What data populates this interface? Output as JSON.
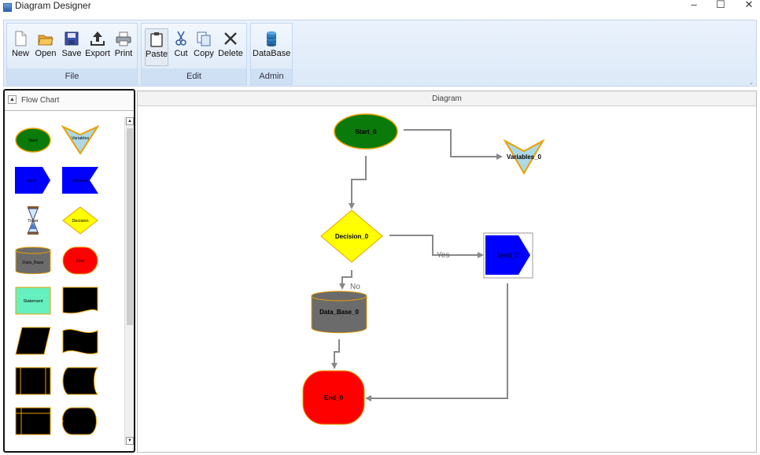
{
  "window": {
    "title": "Diagram Designer",
    "controls": {
      "minimize": "–",
      "maximize": "☐",
      "close": "✕"
    }
  },
  "ribbon": {
    "groups": [
      {
        "label": "File",
        "buttons": [
          {
            "label": "New",
            "icon": "new-file-icon"
          },
          {
            "label": "Open",
            "icon": "open-folder-icon"
          },
          {
            "label": "Save",
            "icon": "save-disk-icon"
          },
          {
            "label": "Export",
            "icon": "export-icon"
          },
          {
            "label": "Print",
            "icon": "printer-icon"
          }
        ]
      },
      {
        "label": "Edit",
        "buttons": [
          {
            "label": "Paste",
            "icon": "paste-icon"
          },
          {
            "label": "Cut",
            "icon": "scissors-icon"
          },
          {
            "label": "Copy",
            "icon": "copy-icon"
          },
          {
            "label": "Delete",
            "icon": "delete-x-icon"
          }
        ]
      },
      {
        "label": "Admin",
        "buttons": [
          {
            "label": "DataBase",
            "icon": "database-icon"
          }
        ]
      }
    ]
  },
  "toolbox": {
    "title": "Flow Chart",
    "items": [
      {
        "name": "start",
        "label": "Start"
      },
      {
        "name": "variables",
        "label": "Variables"
      },
      {
        "name": "send",
        "label": "Send"
      },
      {
        "name": "receive",
        "label": "Receive"
      },
      {
        "name": "timer",
        "label": "Timer"
      },
      {
        "name": "decision",
        "label": "Decision"
      },
      {
        "name": "data-base",
        "label": "Data_Base"
      },
      {
        "name": "end",
        "label": "End"
      },
      {
        "name": "statement",
        "label": "Statement"
      },
      {
        "name": "document",
        "label": ""
      },
      {
        "name": "parallelogram",
        "label": ""
      },
      {
        "name": "wave",
        "label": ""
      },
      {
        "name": "predefined-process",
        "label": ""
      },
      {
        "name": "stored-data",
        "label": ""
      },
      {
        "name": "internal-storage",
        "label": ""
      },
      {
        "name": "display",
        "label": ""
      }
    ]
  },
  "diagram": {
    "header": "Diagram",
    "nodes": {
      "start": "Start_0",
      "variables": "Variables_0",
      "decision": "Decision_0",
      "send": "Send_0",
      "database": "Data_Base_0",
      "end": "End_0"
    },
    "edge_labels": {
      "yes": "Yes",
      "no": "No"
    }
  },
  "colors": {
    "start": "#0a7a0a",
    "variables": "#add8e6",
    "send": "#0000ff",
    "decision": "#ffff00",
    "database": "#6b6b6b",
    "end": "#ff0000",
    "statement": "#66f0c0",
    "outline": "#f0a000",
    "connector": "#888888"
  }
}
